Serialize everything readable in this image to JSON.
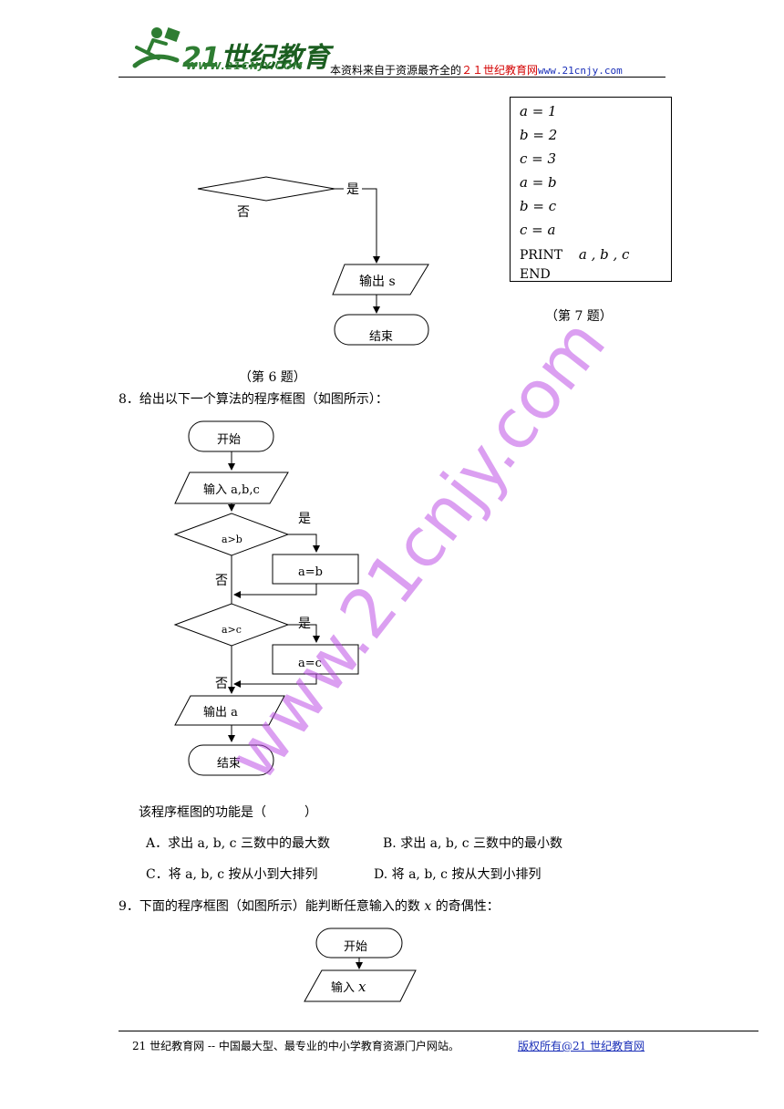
{
  "header": {
    "logo_main": "21",
    "logo_cn": "世纪教育",
    "logo_url": "WWW.21CNJY.COM",
    "text_prefix": "本资料来自于资源最齐全的",
    "text_red": "２１世纪教育网",
    "text_url": "www.21cnjy.com"
  },
  "q6": {
    "yes": "是",
    "no": "否",
    "output": "输出 s",
    "end": "结束",
    "caption": "（第 6 题）"
  },
  "q7": {
    "lines": [
      "a = 1",
      "b = 2",
      "c = 3",
      "a = b",
      "b = c",
      "c = a"
    ],
    "print_kw": "PRINT",
    "print_args": "a , b , c",
    "end_kw": "END",
    "caption": "（第 7 题）"
  },
  "q8": {
    "stem": "8．给出以下一个算法的程序框图（如图所示）：",
    "start": "开始",
    "input": "输入 a,b,c",
    "cond1": "a>b",
    "yes1": "是",
    "assign1": "a=b",
    "no1": "否",
    "cond2": "a>c",
    "yes2": "是",
    "assign2": "a=c",
    "no2": "否",
    "output": "输出 a",
    "end": "结束",
    "question": "该程序框图的功能是（　　　）",
    "options": {
      "A": "A．求出 a, b, c 三数中的最大数",
      "B": "B. 求出 a, b, c 三数中的最小数",
      "C": "C．将 a, b, c  按从小到大排列",
      "D": "D. 将 a, b, c  按从大到小排列"
    }
  },
  "q9": {
    "stem_prefix": "9．下面的程序框图（如图所示）能判断任意输入的数",
    "stem_var": "x",
    "stem_suffix": "的奇偶性：",
    "start": "开始",
    "input_prefix": "输入",
    "input_var": "x"
  },
  "footer": {
    "text": "21 世纪教育网 -- 中国最大型、最专业的中小学教育资源门户网站。",
    "link": "版权所有@21 世纪教育网"
  },
  "watermark": "www.21cnjy.com"
}
